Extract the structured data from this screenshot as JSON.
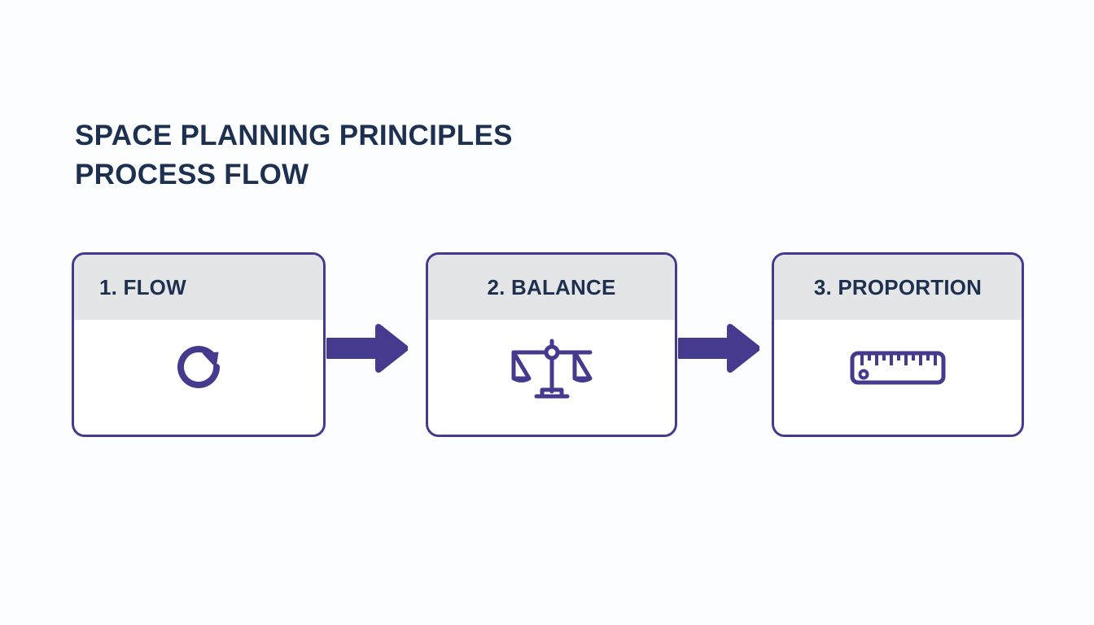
{
  "page": {
    "background_color": "#fcfdfe",
    "accent_color": "#443a8e",
    "title_color": "#1e3050",
    "header_band_color": "#e4e5e7"
  },
  "title": {
    "line1": "SPACE PLANNING PRINCIPLES",
    "line2": "PROCESS FLOW"
  },
  "steps": [
    {
      "label": "1. FLOW",
      "number": "1",
      "name": "FLOW",
      "icon": "refresh-rotate-icon"
    },
    {
      "label": "2. BALANCE",
      "number": "2",
      "name": "BALANCE",
      "icon": "balance-scale-icon"
    },
    {
      "label": "3. PROPORTION",
      "number": "3",
      "name": "PROPORTION",
      "icon": "ruler-icon"
    }
  ],
  "connectors": [
    {
      "icon": "arrow-right-icon"
    },
    {
      "icon": "arrow-right-icon"
    }
  ]
}
